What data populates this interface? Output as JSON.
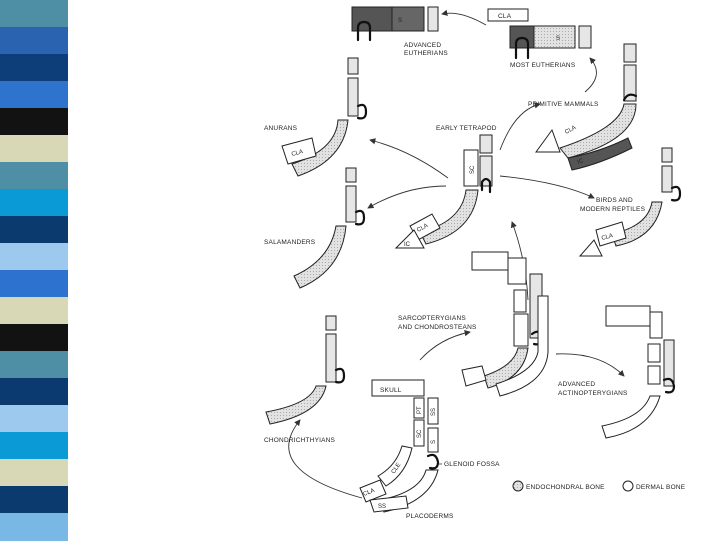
{
  "colors": {
    "stripe": [
      "#4f8fa6",
      "#2a63b0",
      "#0d3e7a",
      "#2f74cc",
      "#121212",
      "#d8d7b6",
      "#4f8fa6",
      "#0a9ad6",
      "#0b3a6f",
      "#9dc9ee",
      "#2e72cf",
      "#d8d7b6",
      "#121212",
      "#4f8fa6",
      "#0a3a70",
      "#9dc9ee",
      "#0a9ad6",
      "#d8d7b6",
      "#0b3a6f",
      "#79b8e5"
    ],
    "endochondral_fill": "#e6e6e6",
    "dermal_fill": "#ffffff"
  },
  "labels": {
    "advanced_eutherians": [
      "ADVANCED",
      "EUTHERIANS"
    ],
    "most_eutherians": "MOST EUTHERIANS",
    "primitive_mammals": "PRIMITIVE MAMMALS",
    "anurans": "ANURANS",
    "early_tetrapod": "EARLY TETRAPOD",
    "birds_reptiles": [
      "BIRDS AND",
      "MODERN REPTILES"
    ],
    "salamanders": "SALAMANDERS",
    "sarcopterygians": [
      "SARCOPTERYGIANS",
      "AND CHONDROSTEANS"
    ],
    "advanced_actinopterygians": [
      "ADVANCED",
      "ACTINOPTERYGIANS"
    ],
    "chondrichthyians": "CHONDRICHTHYIANS",
    "glenoid_fossa": "GLENOID FOSSA",
    "placoderms": "PLACODERMS",
    "skull": "SKULL"
  },
  "bone_marks": {
    "cla": "CLA",
    "s": "S",
    "sc": "SC",
    "ic": "IC",
    "ss": "SS",
    "pt": "PT",
    "cle": "CLE"
  },
  "legend": {
    "endochondral": "ENDOCHONDRAL BONE",
    "dermal": "DERMAL BONE"
  }
}
